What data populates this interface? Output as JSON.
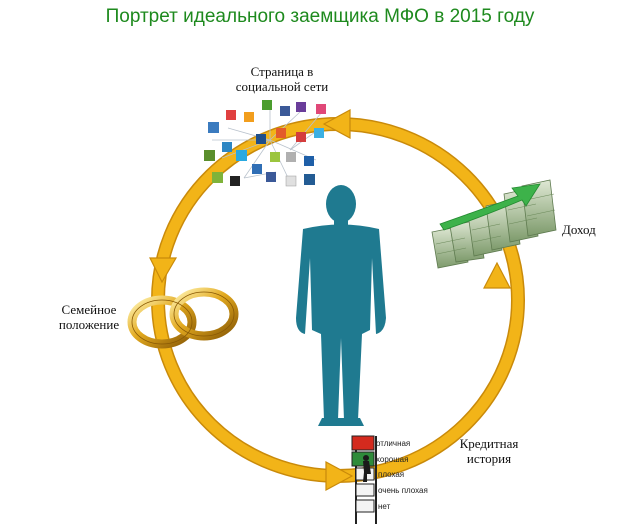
{
  "title": "Портрет идеального заемщика МФО в 2015 году",
  "labels": {
    "social_line1": "Страница в",
    "social_line2": "социальной сети",
    "income": "Доход",
    "family_line1": "Семейное",
    "family_line2": "положение",
    "credit_line1": "Кредитная",
    "credit_line2": "история"
  },
  "credit_ratings": [
    "отличная",
    "хорошая",
    "плохая",
    "очень плохая",
    "нет"
  ],
  "colors": {
    "title": "#1e8a1e",
    "ring": "#f2b418",
    "ring_edge": "#c98a0a",
    "person": "#1f7a90",
    "gold": "#d9a520",
    "money": "#8fb37a",
    "arrow_green": "#3db24a"
  },
  "icons": [
    "social-network-icons",
    "money-stack-icon",
    "wedding-rings-icon",
    "credit-ladder-icon",
    "person-silhouette-icon"
  ]
}
